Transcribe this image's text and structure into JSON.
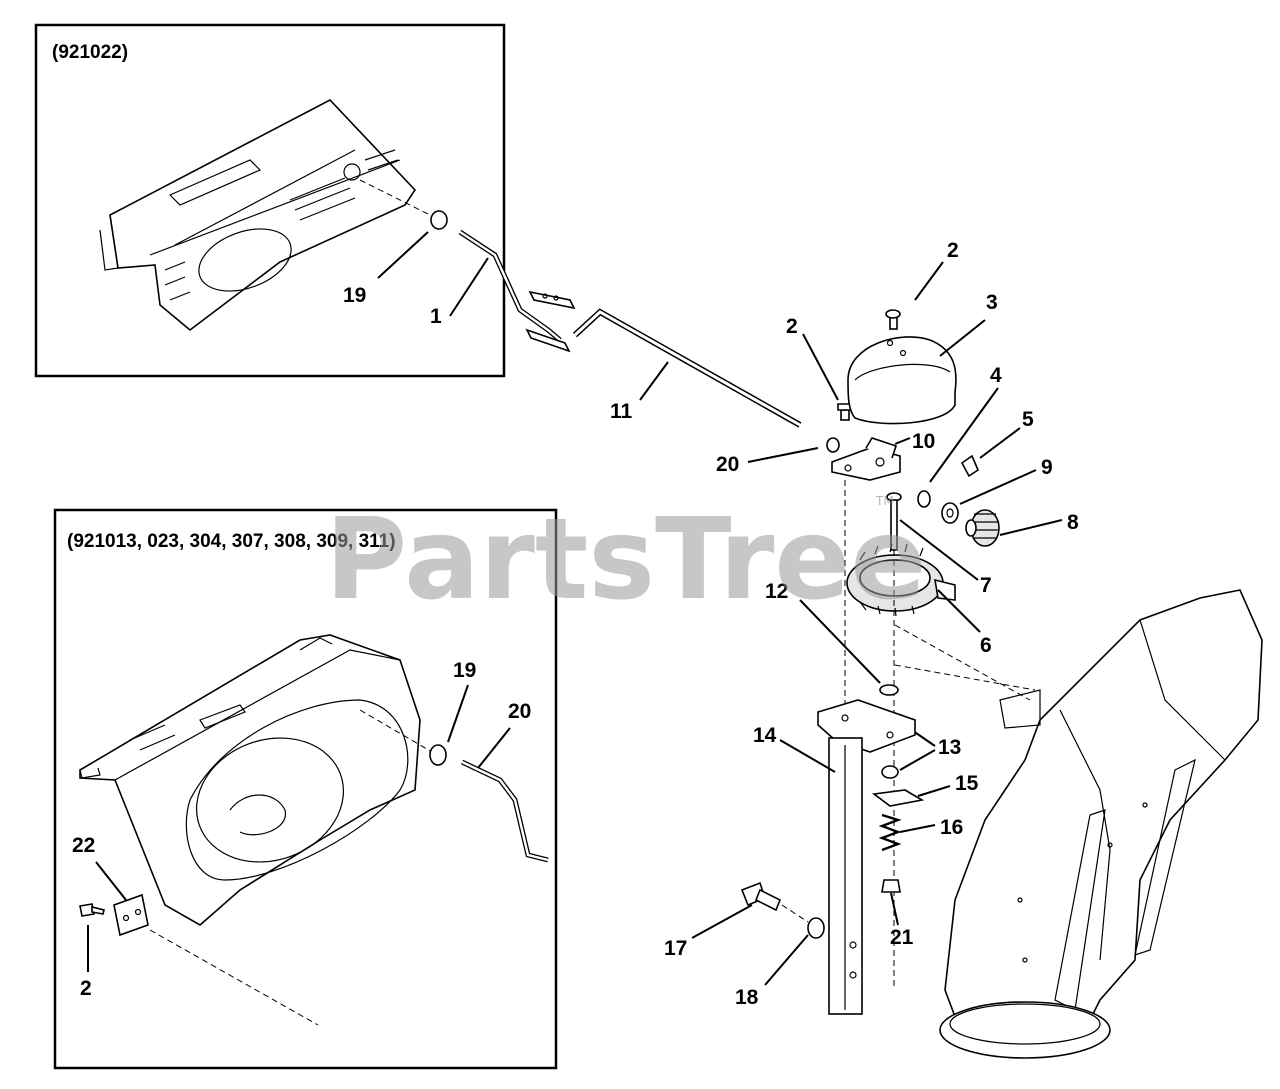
{
  "insets": [
    {
      "id": "top",
      "title": "(921022)"
    },
    {
      "id": "bottom",
      "title": "(921013, 023, 304, 307, 308, 309, 311)"
    }
  ],
  "callouts": {
    "c1": "1",
    "c2a": "2",
    "c2b": "2",
    "c2c": "2",
    "c3": "3",
    "c4": "4",
    "c5": "5",
    "c6": "6",
    "c7": "7",
    "c8": "8",
    "c9": "9",
    "c10": "10",
    "c11": "11",
    "c12": "12",
    "c13": "13",
    "c14": "14",
    "c15": "15",
    "c16": "16",
    "c17": "17",
    "c18": "18",
    "c19a": "19",
    "c19b": "19",
    "c20a": "20",
    "c20b": "20",
    "c21": "21",
    "c22": "22"
  },
  "watermark": {
    "text": "PartsTree",
    "mark": "TM"
  }
}
